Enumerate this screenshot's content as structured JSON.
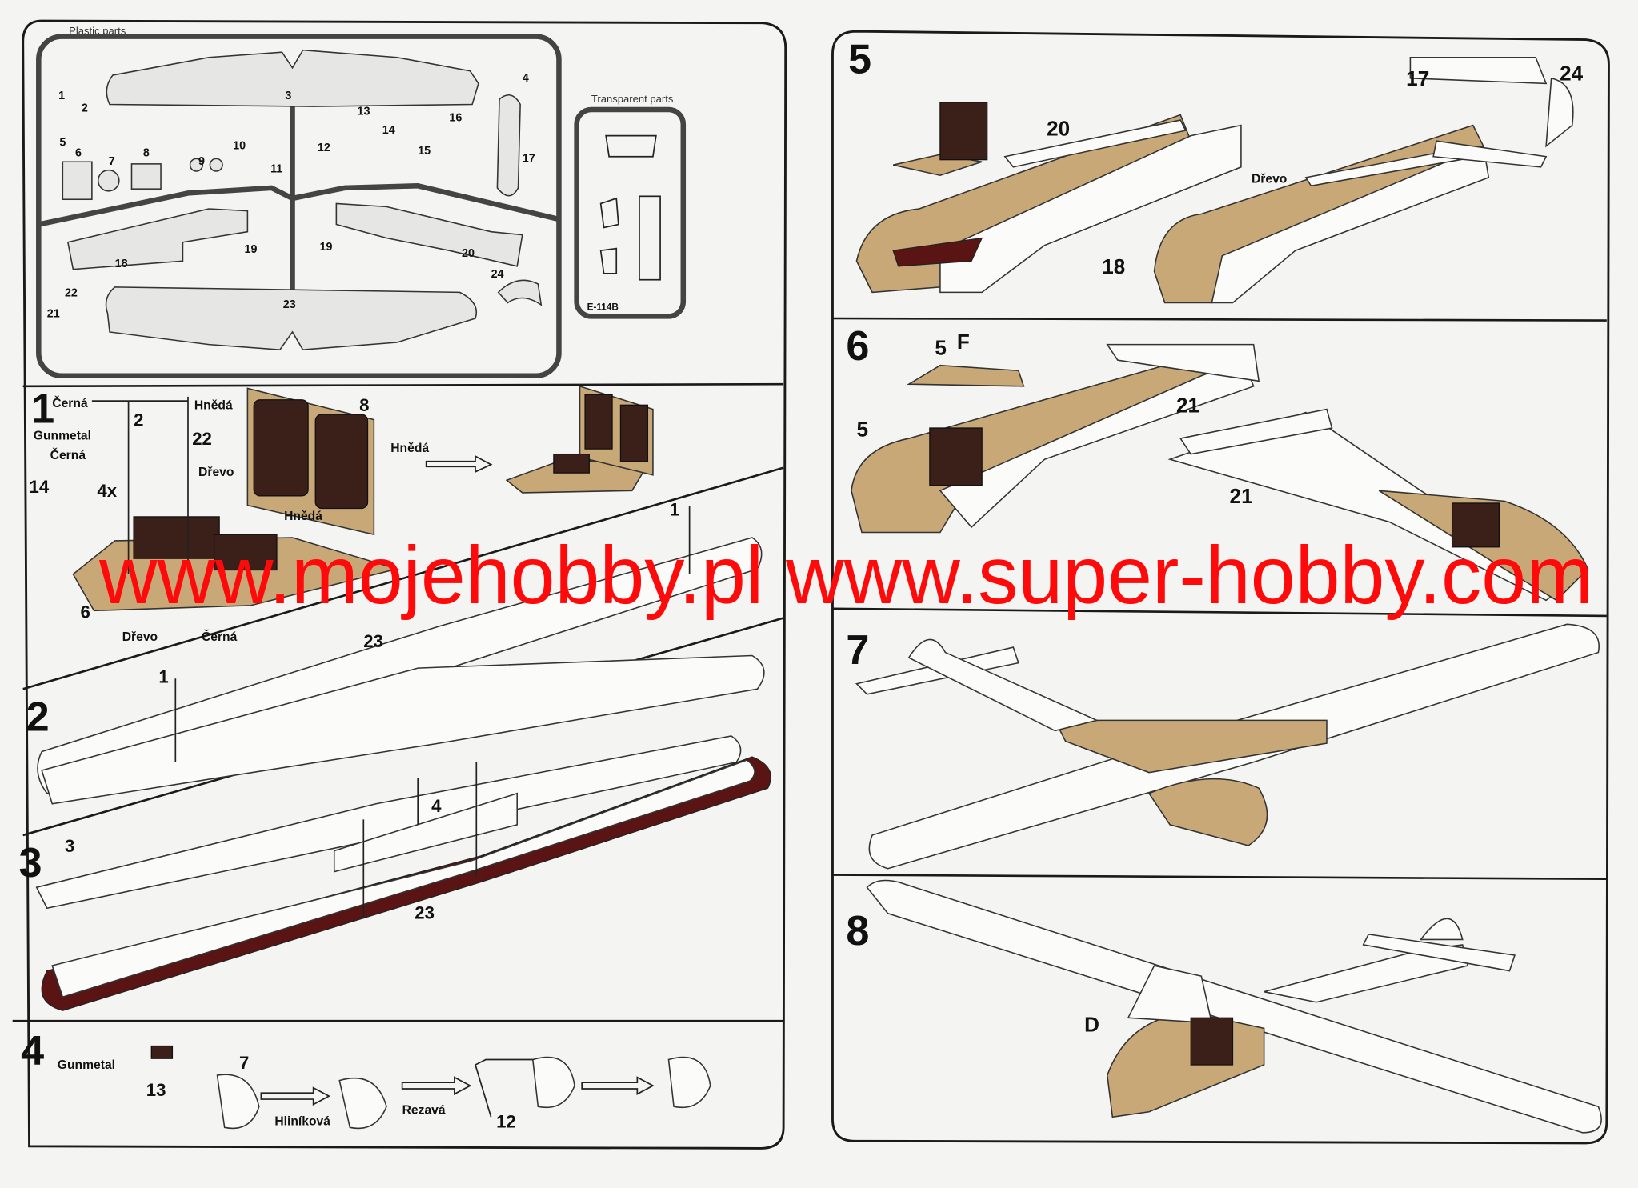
{
  "sprue": {
    "title": "Plastic parts",
    "parts": [
      "1",
      "2",
      "3",
      "4",
      "5",
      "6",
      "7",
      "8",
      "9",
      "10",
      "11",
      "12",
      "13",
      "14",
      "15",
      "16",
      "17",
      "18",
      "19",
      "19",
      "20",
      "21",
      "22",
      "23",
      "24"
    ],
    "transparent_title": "Transparent parts",
    "transparent_code": "E-114B"
  },
  "step1": {
    "number": "1",
    "labels": {
      "cerna1": "Černá",
      "hneda1": "Hnědá",
      "p2": "2",
      "p22": "22",
      "p8": "8",
      "gunmetal": "Gunmetal",
      "cerna2": "Černá",
      "hneda2": "Hnědá",
      "p14": "14",
      "x4": "4x",
      "drevo1": "Dřevo",
      "hneda3": "Hnědá",
      "p6": "6",
      "cerna3": "Černá",
      "drevo2": "Dřevo"
    }
  },
  "step2": {
    "number": "2",
    "labels": {
      "p1a": "1",
      "p23": "23",
      "p1b": "1"
    }
  },
  "step3": {
    "number": "3",
    "labels": {
      "p3": "3",
      "p4": "4",
      "p23": "23"
    }
  },
  "step4": {
    "number": "4",
    "labels": {
      "gunmetal": "Gunmetal",
      "p13": "13",
      "p7": "7",
      "hlinikova": "Hliníková",
      "rezava": "Rezavá",
      "p12": "12"
    }
  },
  "step5": {
    "number": "5",
    "labels": {
      "p20": "20",
      "p17": "17",
      "p24": "24",
      "p18": "18",
      "drevo": "Dřevo"
    }
  },
  "step6": {
    "number": "6",
    "labels": {
      "p5a": "5",
      "f": "F",
      "p5b": "5",
      "p21a": "21",
      "p21b": "21"
    }
  },
  "step7": {
    "number": "7"
  },
  "step8": {
    "number": "8",
    "labels": {
      "d": "D"
    }
  },
  "watermark": "www.mojehobby.pl  www.super-hobby.com",
  "colors": {
    "wood": "#c9a878",
    "brown": "#3b1f19",
    "maroon": "#5a1414",
    "watermark": "#ff0a0a"
  }
}
